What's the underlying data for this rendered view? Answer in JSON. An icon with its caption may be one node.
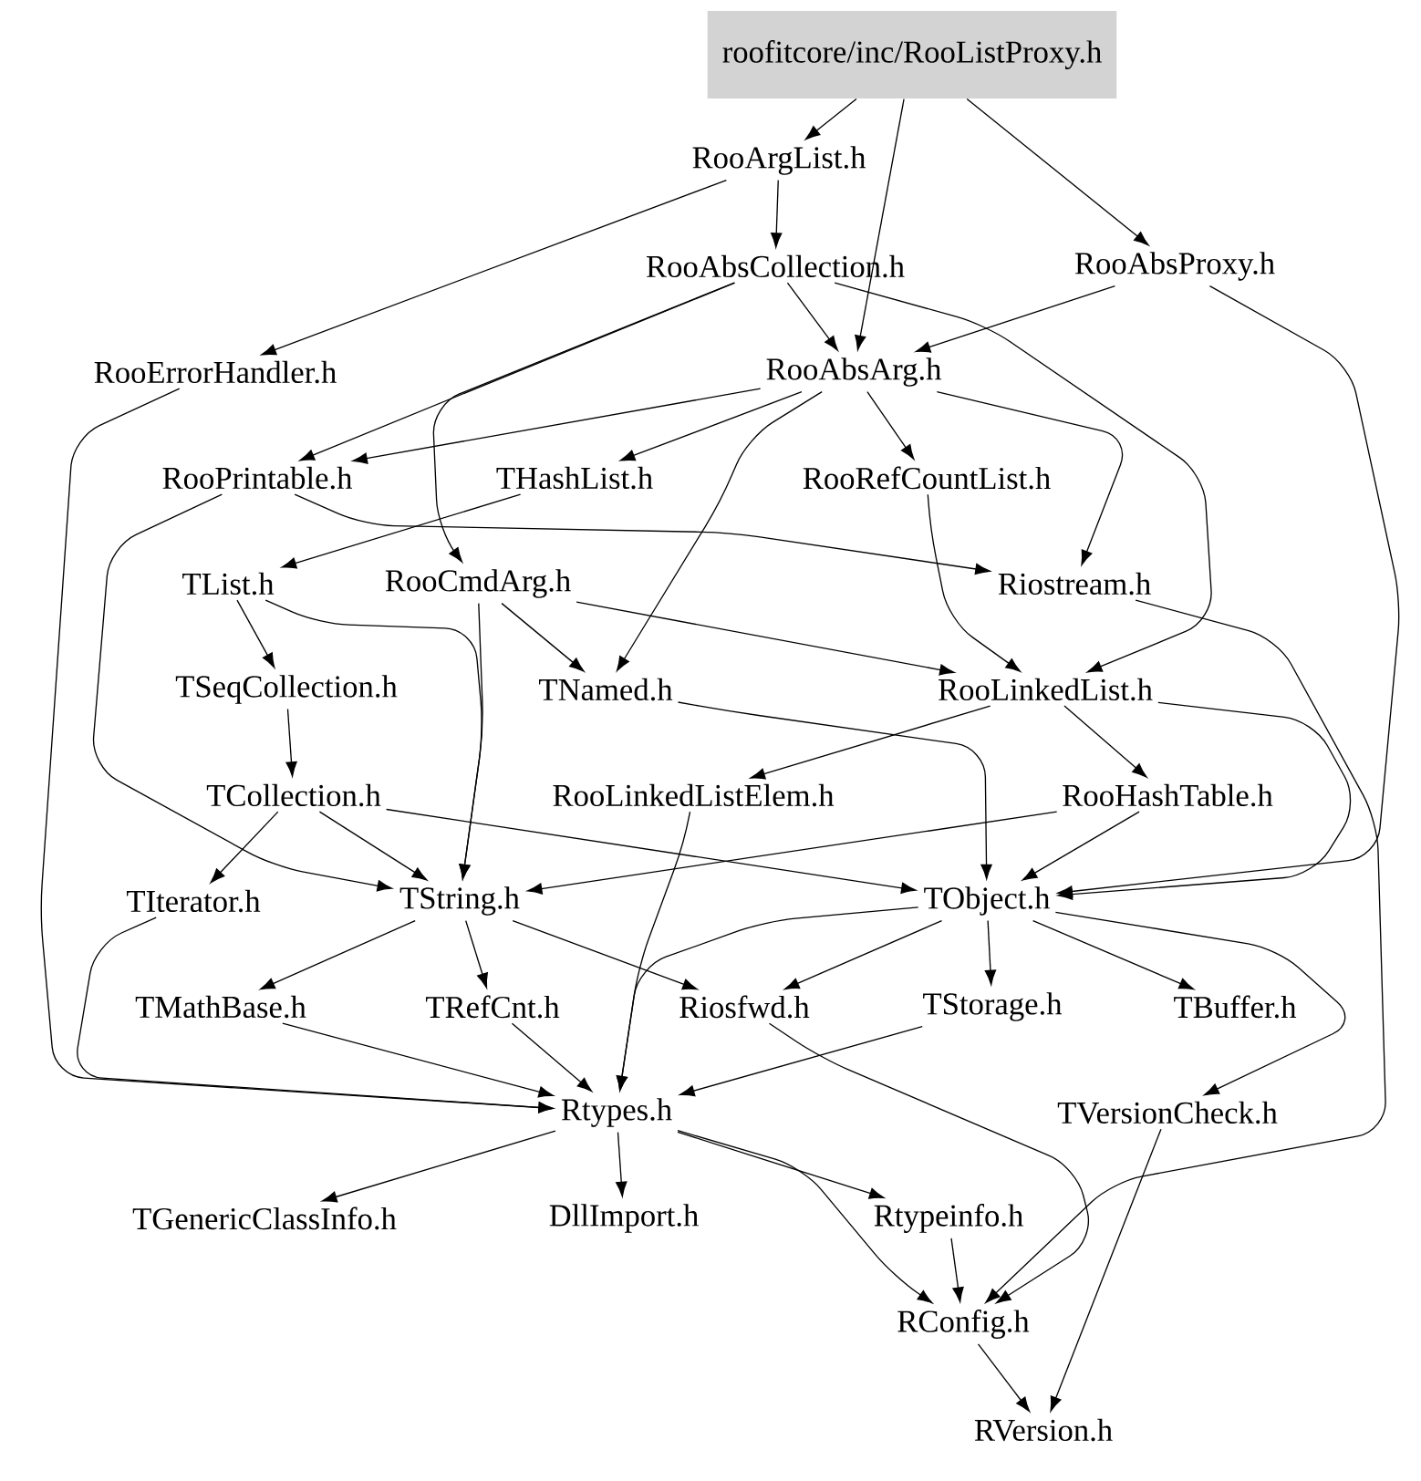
{
  "diagram": {
    "nodes": [
      {
        "text": [
          "roofitcore/inc/RooListProxy.h"
        ]
      },
      {
        "text": [
          "RooArgList.h"
        ]
      },
      {
        "text": [
          "RooAbsCollection.h"
        ]
      },
      {
        "text": [
          "RooAbsProxy.h"
        ]
      },
      {
        "text": [
          "RooErrorHandler.h"
        ]
      },
      {
        "text": [
          "RooAbsArg.h"
        ]
      },
      {
        "text": [
          "RooPrintable.h"
        ]
      },
      {
        "text": [
          "THashList.h"
        ]
      },
      {
        "text": [
          "RooRefCountList.h"
        ]
      },
      {
        "text": [
          "TList.h"
        ]
      },
      {
        "text": [
          "RooCmdArg.h"
        ]
      },
      {
        "text": [
          "Riostream.h"
        ]
      },
      {
        "text": [
          "TSeqCollection.h"
        ]
      },
      {
        "text": [
          "TNamed.h"
        ]
      },
      {
        "text": [
          "RooLinkedList.h"
        ]
      },
      {
        "text": [
          "TCollection.h"
        ]
      },
      {
        "text": [
          "RooLinkedListElem.h"
        ]
      },
      {
        "text": [
          "RooHashTable.h"
        ]
      },
      {
        "text": [
          "TIterator.h"
        ]
      },
      {
        "text": [
          "TString.h"
        ]
      },
      {
        "text": [
          "TObject.h"
        ]
      },
      {
        "text": [
          "TMathBase.h"
        ]
      },
      {
        "text": [
          "TRefCnt.h"
        ]
      },
      {
        "text": [
          "Riosfwd.h"
        ]
      },
      {
        "text": [
          "TStorage.h"
        ]
      },
      {
        "text": [
          "TBuffer.h"
        ]
      },
      {
        "text": [
          "Rtypes.h"
        ]
      },
      {
        "text": [
          "TVersionCheck.h"
        ]
      },
      {
        "text": [
          "TGenericClassInfo.h"
        ]
      },
      {
        "text": [
          "DllImport.h"
        ]
      },
      {
        "text": [
          "Rtypeinfo.h"
        ]
      },
      {
        "text": [
          "RConfig.h"
        ]
      },
      {
        "text": [
          "RVersion.h"
        ]
      }
    ],
    "edges": [
      {
        "from": 0,
        "to": 1,
        "arrow": "to"
      },
      {
        "from": 0,
        "to": 3,
        "arrow": "to"
      },
      {
        "from": 0,
        "to": 5,
        "arrow": "to"
      },
      {
        "from": 1,
        "to": 2,
        "arrow": "to"
      },
      {
        "from": 1,
        "to": 4,
        "arrow": "to"
      },
      {
        "from": 2,
        "to": 5,
        "arrow": "to"
      },
      {
        "from": 2,
        "to": 6,
        "arrow": "to"
      },
      {
        "from": 2,
        "to": 10,
        "arrow": "to"
      },
      {
        "from": 2,
        "to": 14,
        "arrow": "to"
      },
      {
        "from": 3,
        "to": 5,
        "arrow": "to"
      },
      {
        "from": 3,
        "to": 20,
        "arrow": "to"
      },
      {
        "from": 4,
        "to": 26,
        "arrow": "to"
      },
      {
        "from": 5,
        "to": 6,
        "arrow": "to"
      },
      {
        "from": 5,
        "to": 7,
        "arrow": "to"
      },
      {
        "from": 5,
        "to": 8,
        "arrow": "to"
      },
      {
        "from": 5,
        "to": 11,
        "arrow": "to"
      },
      {
        "from": 5,
        "to": 13,
        "arrow": "to"
      },
      {
        "from": 6,
        "to": 11,
        "arrow": "to"
      },
      {
        "from": 6,
        "to": 19,
        "arrow": "to"
      },
      {
        "from": 7,
        "to": 9,
        "arrow": "to"
      },
      {
        "from": 8,
        "to": 14,
        "arrow": "to"
      },
      {
        "from": 9,
        "to": 12,
        "arrow": "to"
      },
      {
        "from": 9,
        "to": 19,
        "arrow": "to"
      },
      {
        "from": 10,
        "to": 13,
        "arrow": "to"
      },
      {
        "from": 10,
        "to": 14,
        "arrow": "to"
      },
      {
        "from": 10,
        "to": 19,
        "arrow": "to"
      },
      {
        "from": 11,
        "to": 31,
        "arrow": "to"
      },
      {
        "from": 12,
        "to": 15,
        "arrow": "to"
      },
      {
        "from": 13,
        "to": 20,
        "arrow": "to"
      },
      {
        "from": 14,
        "to": 16,
        "arrow": "to"
      },
      {
        "from": 14,
        "to": 17,
        "arrow": "to"
      },
      {
        "from": 14,
        "to": 20,
        "arrow": "to"
      },
      {
        "from": 15,
        "to": 18,
        "arrow": "to"
      },
      {
        "from": 15,
        "to": 19,
        "arrow": "to"
      },
      {
        "from": 15,
        "to": 20,
        "arrow": "to"
      },
      {
        "from": 16,
        "to": 26,
        "arrow": "to"
      },
      {
        "from": 17,
        "to": 19,
        "arrow": "to"
      },
      {
        "from": 17,
        "to": 20,
        "arrow": "to"
      },
      {
        "from": 18,
        "to": 26,
        "arrow": "to"
      },
      {
        "from": 19,
        "to": 21,
        "arrow": "to"
      },
      {
        "from": 19,
        "to": 22,
        "arrow": "to"
      },
      {
        "from": 19,
        "to": 23,
        "arrow": "to"
      },
      {
        "from": 20,
        "to": 23,
        "arrow": "to"
      },
      {
        "from": 20,
        "to": 24,
        "arrow": "to"
      },
      {
        "from": 20,
        "to": 25,
        "arrow": "to"
      },
      {
        "from": 20,
        "to": 26,
        "arrow": "to"
      },
      {
        "from": 20,
        "to": 27,
        "arrow": "to"
      },
      {
        "from": 21,
        "to": 26,
        "arrow": "to"
      },
      {
        "from": 22,
        "to": 26,
        "arrow": "to"
      },
      {
        "from": 23,
        "to": 31,
        "arrow": "to"
      },
      {
        "from": 24,
        "to": 26,
        "arrow": "to"
      },
      {
        "from": 26,
        "to": 28,
        "arrow": "to"
      },
      {
        "from": 26,
        "to": 29,
        "arrow": "to"
      },
      {
        "from": 26,
        "to": 30,
        "arrow": "to"
      },
      {
        "from": 26,
        "to": 31,
        "arrow": "to"
      },
      {
        "from": 27,
        "to": 32,
        "arrow": "to"
      },
      {
        "from": 30,
        "to": 31,
        "arrow": "to"
      },
      {
        "from": 31,
        "to": 32,
        "arrow": "to"
      }
    ]
  }
}
